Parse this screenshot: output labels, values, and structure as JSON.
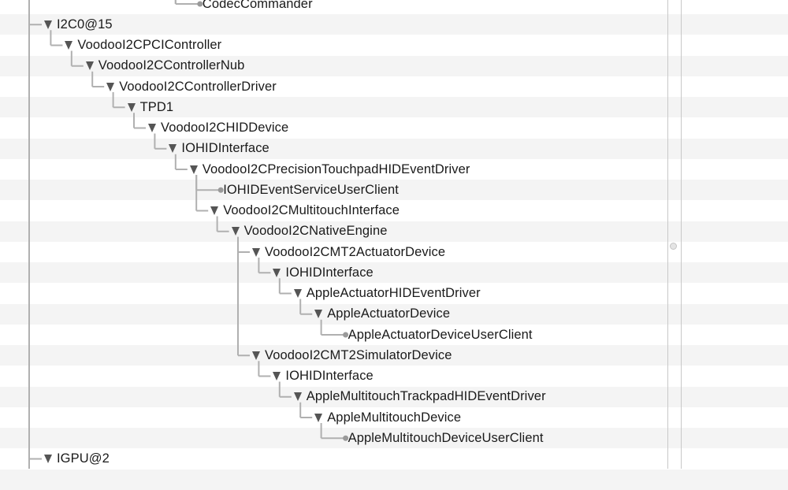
{
  "colors": {
    "stripe_even": "#f4f4f4",
    "stripe_odd": "#ffffff",
    "tree_line": "#b0b0b0"
  },
  "tree": {
    "rows": [
      {
        "label": "CodecCommander",
        "depth": 7,
        "expandable": false,
        "partial": true
      },
      {
        "label": "I2C0@15",
        "depth": 0,
        "expandable": true
      },
      {
        "label": "VoodooI2CPCIController",
        "depth": 1,
        "expandable": true
      },
      {
        "label": "VoodooI2CControllerNub",
        "depth": 2,
        "expandable": true
      },
      {
        "label": "VoodooI2CControllerDriver",
        "depth": 3,
        "expandable": true
      },
      {
        "label": "TPD1",
        "depth": 4,
        "expandable": true
      },
      {
        "label": "VoodooI2CHIDDevice",
        "depth": 5,
        "expandable": true
      },
      {
        "label": "IOHIDInterface",
        "depth": 6,
        "expandable": true
      },
      {
        "label": "VoodooI2CPrecisionTouchpadHIDEventDriver",
        "depth": 7,
        "expandable": true
      },
      {
        "label": "IOHIDEventServiceUserClient",
        "depth": 8,
        "expandable": false
      },
      {
        "label": "VoodooI2CMultitouchInterface",
        "depth": 8,
        "expandable": true
      },
      {
        "label": "VoodooI2CNativeEngine",
        "depth": 9,
        "expandable": true
      },
      {
        "label": "VoodooI2CMT2ActuatorDevice",
        "depth": 10,
        "expandable": true
      },
      {
        "label": "IOHIDInterface",
        "depth": 11,
        "expandable": true
      },
      {
        "label": "AppleActuatorHIDEventDriver",
        "depth": 12,
        "expandable": true
      },
      {
        "label": "AppleActuatorDevice",
        "depth": 13,
        "expandable": true
      },
      {
        "label": "AppleActuatorDeviceUserClient",
        "depth": 14,
        "expandable": false
      },
      {
        "label": "VoodooI2CMT2SimulatorDevice",
        "depth": 10,
        "expandable": true
      },
      {
        "label": "IOHIDInterface",
        "depth": 11,
        "expandable": true
      },
      {
        "label": "AppleMultitouchTrackpadHIDEventDriver",
        "depth": 12,
        "expandable": true
      },
      {
        "label": "AppleMultitouchDevice",
        "depth": 13,
        "expandable": true
      },
      {
        "label": "AppleMultitouchDeviceUserClient",
        "depth": 14,
        "expandable": false
      },
      {
        "label": "IGPU@2",
        "depth": 0,
        "expandable": true
      }
    ]
  }
}
